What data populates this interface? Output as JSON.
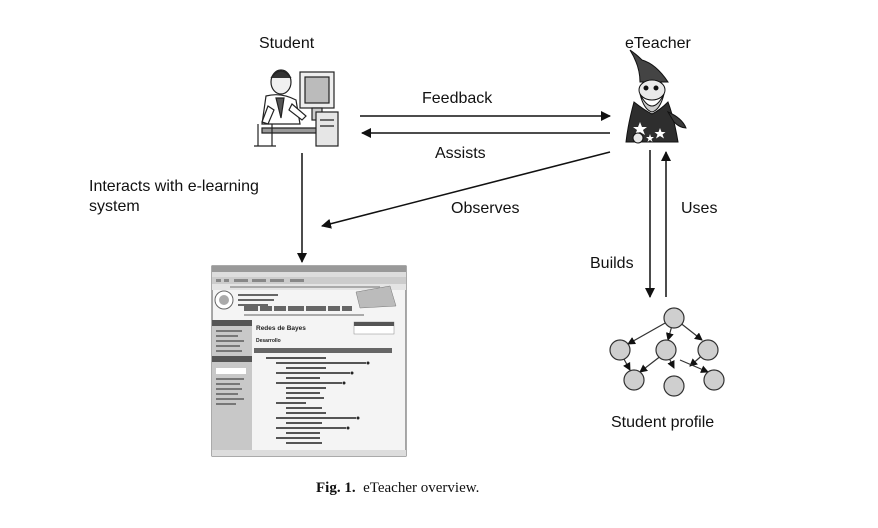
{
  "nodes": {
    "student": "Student",
    "eteacher": "eTeacher",
    "student_profile": "Student profile"
  },
  "edges": {
    "feedback": "Feedback",
    "assists": "Assists",
    "interacts_line1": "Interacts with e-learning",
    "interacts_line2": "system",
    "observes": "Observes",
    "builds": "Builds",
    "uses": "Uses"
  },
  "caption": {
    "label": "Fig. 1.",
    "text": "eTeacher overview."
  },
  "screenshot": {
    "page_title": "Redes de Bayes",
    "section": "Desarrollo"
  }
}
